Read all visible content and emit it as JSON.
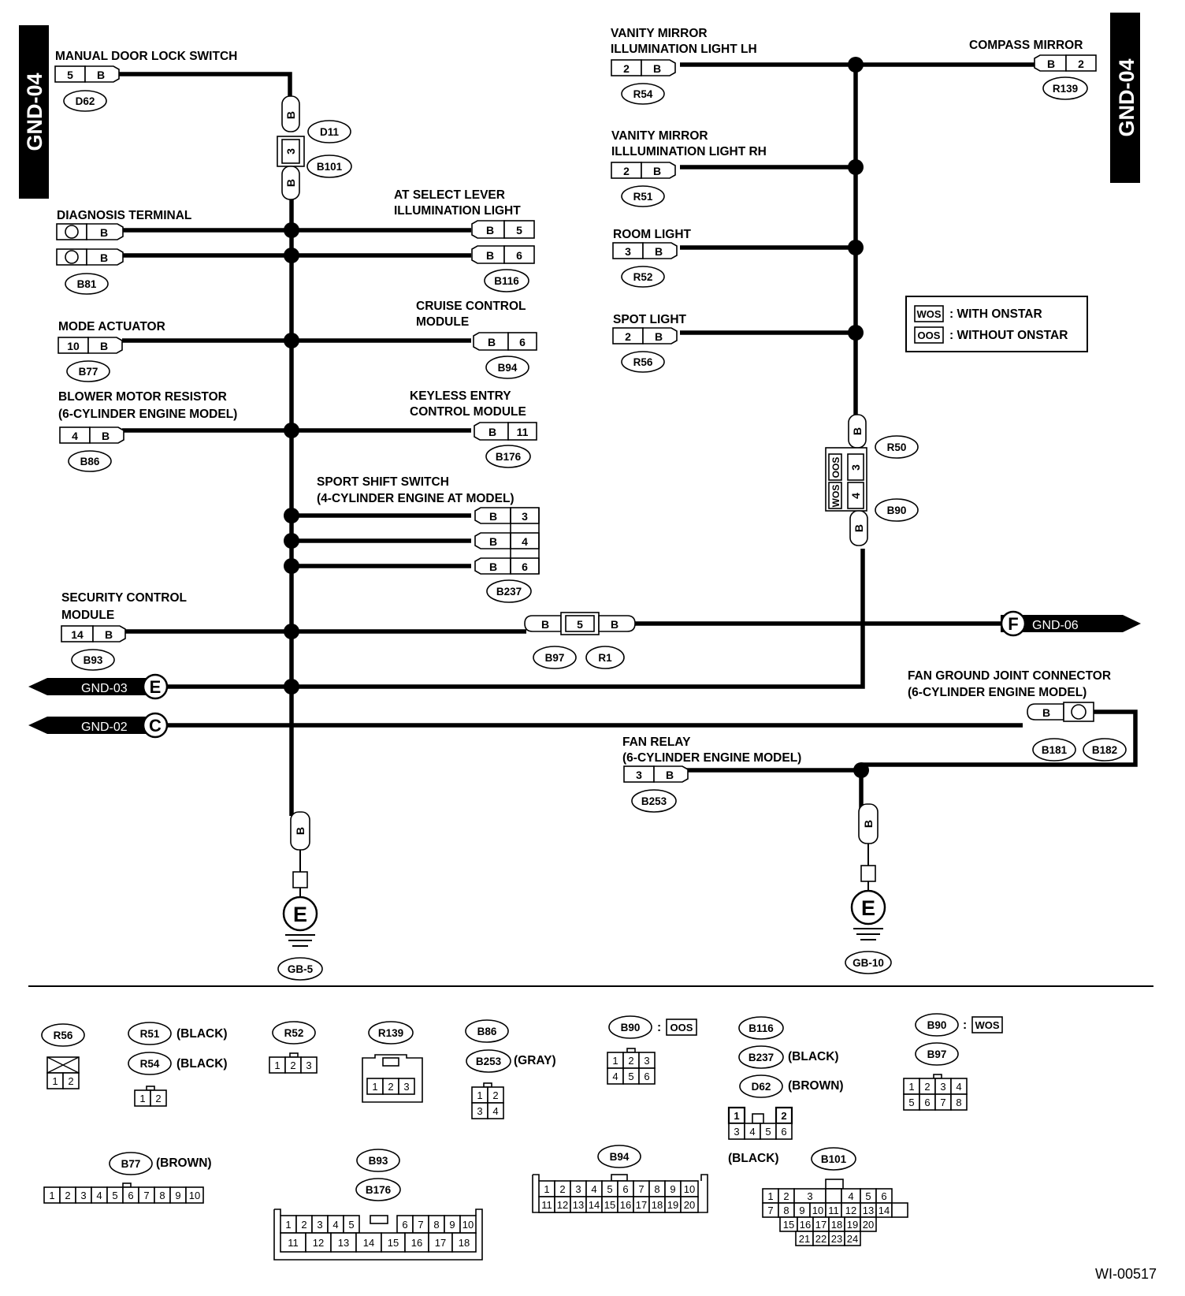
{
  "tabs": {
    "left": "GND-04",
    "right": "GND-04"
  },
  "top_left": [
    {
      "id": "d62",
      "label": "MANUAL DOOR LOCK SWITCH",
      "pin": "5",
      "wire": "B",
      "code": "D62"
    }
  ],
  "mid_connector": {
    "wire_top": "B",
    "pin": "3",
    "wire_bottom": "B",
    "codes": [
      "D11",
      "B101"
    ]
  },
  "diagnosis": {
    "label": "DIAGNOSIS TERMINAL",
    "wire": "B",
    "code": "B81"
  },
  "left_devices": [
    {
      "label": "MODE ACTUATOR",
      "pin": "10",
      "wire": "B",
      "code": "B77"
    },
    {
      "label1": "BLOWER MOTOR RESISTOR",
      "label2": "(6-CYLINDER ENGINE MODEL)",
      "pin": "4",
      "wire": "B",
      "code": "B86"
    },
    {
      "label1": "SECURITY CONTROL",
      "label2": "MODULE",
      "pin": "14",
      "wire": "B",
      "code": "B93"
    }
  ],
  "right_devices": [
    {
      "label1": "AT SELECT LEVER",
      "label2": "ILLUMINATION LIGHT",
      "wire": "B",
      "pins": [
        "5",
        "6"
      ],
      "code": "B116"
    },
    {
      "label1": "CRUISE CONTROL",
      "label2": "MODULE",
      "wire": "B",
      "pins": [
        "6"
      ],
      "code": "B94"
    },
    {
      "label1": "KEYLESS ENTRY",
      "label2": "CONTROL MODULE",
      "wire": "B",
      "pins": [
        "11"
      ],
      "code": "B176"
    },
    {
      "label1": "SPORT SHIFT SWITCH",
      "label2": "(4-CYLINDER ENGINE AT MODEL)",
      "wire": "B",
      "pins": [
        "3",
        "4",
        "6"
      ],
      "code": "B237"
    }
  ],
  "inline_b97": {
    "wire_left": "B",
    "pin": "5",
    "wire_right": "B",
    "codes": [
      "B97",
      "R1"
    ]
  },
  "offpage": [
    {
      "letter": "F",
      "ref": "GND-06"
    },
    {
      "letter": "E",
      "ref": "GND-03"
    },
    {
      "letter": "C",
      "ref": "GND-02"
    }
  ],
  "ground_left": {
    "wire": "B",
    "letter": "E",
    "code": "GB-5"
  },
  "ground_right": {
    "wire": "B",
    "letter": "E",
    "code": "GB-10"
  },
  "room_devices": [
    {
      "label1": "VANITY MIRROR",
      "label2": "ILLUMINATION LIGHT LH",
      "pin": "2",
      "wire": "B",
      "code": "R54"
    },
    {
      "label1": "VANITY MIRROR",
      "label2": "ILLLUMINATION LIGHT RH",
      "pin": "2",
      "wire": "B",
      "code": "R51"
    },
    {
      "label1": "ROOM LIGHT",
      "label2": "",
      "pin": "3",
      "wire": "B",
      "code": "R52"
    },
    {
      "label1": "SPOT LIGHT",
      "label2": "",
      "pin": "2",
      "wire": "B",
      "code": "R56"
    }
  ],
  "compass": {
    "label": "COMPASS MIRROR",
    "wire": "B",
    "pin": "2",
    "code": "R139"
  },
  "r50": {
    "wire_top": "B",
    "wire_bottom": "B",
    "pins": [
      "3",
      "4"
    ],
    "wos": "WOS",
    "oos": "OOS",
    "codes": [
      "R50",
      "B90"
    ]
  },
  "legend": {
    "items": [
      {
        "key": "WOS",
        "text": ": WITH ONSTAR"
      },
      {
        "key": "OOS",
        "text": ": WITHOUT ONSTAR"
      }
    ]
  },
  "fan_joint": {
    "label1": "FAN GROUND JOINT CONNECTOR",
    "label2": "(6-CYLINDER ENGINE MODEL)",
    "wire": "B",
    "codes": [
      "B181",
      "B182"
    ]
  },
  "fan_relay": {
    "label1": "FAN RELAY",
    "label2": "(6-CYLINDER ENGINE MODEL)",
    "pin": "3",
    "wire": "B",
    "code": "B253"
  },
  "connector_views": {
    "r56": {
      "code": "R56",
      "pins": [
        "1",
        "2"
      ]
    },
    "r51": {
      "code": "R51",
      "color": "(BLACK)"
    },
    "r54": {
      "code": "R54",
      "color": "(BLACK)",
      "pins": [
        "1",
        "2"
      ]
    },
    "r52": {
      "code": "R52",
      "pins": [
        "1",
        "2",
        "3"
      ]
    },
    "r139": {
      "code": "R139",
      "pins": [
        "1",
        "2",
        "3"
      ]
    },
    "b86": {
      "code": "B86"
    },
    "b253": {
      "code": "B253",
      "color": "(GRAY)",
      "pins": [
        "1",
        "2",
        "3",
        "4"
      ]
    },
    "b90oos": {
      "code": "B90",
      "sep": ":",
      "key": "OOS",
      "pins": [
        "1",
        "2",
        "3",
        "4",
        "5",
        "6"
      ]
    },
    "b116": {
      "code": "B116"
    },
    "b237": {
      "code": "B237",
      "color": "(BLACK)"
    },
    "d62": {
      "code": "D62",
      "color": "(BROWN)",
      "pins": [
        "1",
        "2",
        "3",
        "4",
        "5",
        "6"
      ]
    },
    "b90wos": {
      "code": "B90",
      "sep": ":",
      "key": "WOS"
    },
    "b97": {
      "code": "B97",
      "pins": [
        "1",
        "2",
        "3",
        "4",
        "5",
        "6",
        "7",
        "8"
      ]
    },
    "b77": {
      "code": "B77",
      "color": "(BROWN)",
      "pins": [
        "1",
        "2",
        "3",
        "4",
        "5",
        "6",
        "7",
        "8",
        "9",
        "10"
      ]
    },
    "b93": {
      "code": "B93"
    },
    "b176": {
      "code": "B176",
      "pins": [
        "1",
        "2",
        "3",
        "4",
        "5",
        "6",
        "7",
        "8",
        "9",
        "10",
        "11",
        "12",
        "13",
        "14",
        "15",
        "16",
        "17",
        "18"
      ]
    },
    "b94": {
      "code": "B94",
      "pins": [
        "1",
        "2",
        "3",
        "4",
        "5",
        "6",
        "7",
        "8",
        "9",
        "10",
        "11",
        "12",
        "13",
        "14",
        "15",
        "16",
        "17",
        "18",
        "19",
        "20"
      ]
    },
    "b101": {
      "code": "B101",
      "color": "(BLACK)",
      "pins": [
        "1",
        "2",
        "3",
        "4",
        "5",
        "6",
        "7",
        "8",
        "9",
        "10",
        "11",
        "12",
        "13",
        "14",
        "15",
        "16",
        "17",
        "18",
        "19",
        "20",
        "21",
        "22",
        "23",
        "24"
      ]
    }
  },
  "figure_id": "WI-00517"
}
